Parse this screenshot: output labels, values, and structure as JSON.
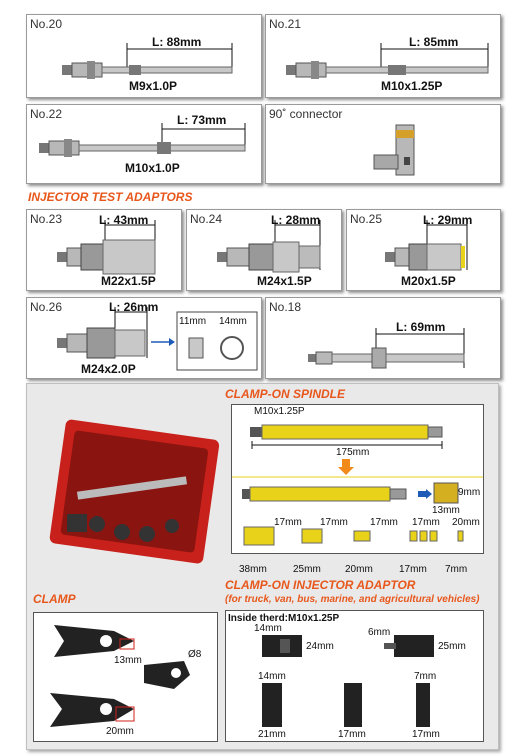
{
  "adaptors_top": [
    {
      "no": "No.20",
      "length": "L: 88mm",
      "thread": "M9x1.0P"
    },
    {
      "no": "No.21",
      "length": "L: 85mm",
      "thread": "M10x1.25P"
    },
    {
      "no": "No.22",
      "length": "L: 73mm",
      "thread": "M10x1.0P"
    },
    {
      "no": "90˚ connector"
    }
  ],
  "section_injector_test": "INJECTOR TEST ADAPTORS",
  "adaptors_mid": [
    {
      "no": "No.23",
      "length": "L: 43mm",
      "thread": "M22x1.5P"
    },
    {
      "no": "No.24",
      "length": "L: 28mm",
      "thread": "M24x1.5P"
    },
    {
      "no": "No.25",
      "length": "L: 29mm",
      "thread": "M20x1.5P"
    },
    {
      "no": "No.26",
      "length": "L: 26mm",
      "thread": "M24x2.0P",
      "ring_a": "11mm",
      "ring_b": "14mm"
    },
    {
      "no": "No.18",
      "length": "L: 69mm"
    }
  ],
  "clamp_on_spindle": {
    "title": "CLAMP-ON SPINDLE",
    "thread": "M10x1.25P",
    "length": "175mm",
    "d_a": "9mm",
    "d_b": "13mm",
    "sleeves_top": [
      "17mm",
      "17mm",
      "17mm",
      "17mm",
      "20mm"
    ],
    "sleeves_bottom": [
      "38mm",
      "25mm",
      "20mm",
      "17mm",
      "7mm"
    ]
  },
  "clamp": {
    "title": "CLAMP",
    "dim_a": "13mm",
    "dim_hole": "Ø8",
    "dim_b": "20mm"
  },
  "clamp_on_injector_adaptor": {
    "title": "CLAMP-ON INJECTOR ADAPTOR",
    "subtitle": "(for truck, van, bus, marine, and agricultural vehicles)",
    "inside_thread": "Inside therd:M10x1.25P",
    "dims": [
      "14mm",
      "24mm",
      "6mm",
      "25mm",
      "14mm",
      "7mm",
      "21mm",
      "17mm",
      "17mm"
    ]
  },
  "colors": {
    "accent": "#e8571c",
    "yellow": "#e8d21a",
    "metal": "#a8a8a8"
  }
}
